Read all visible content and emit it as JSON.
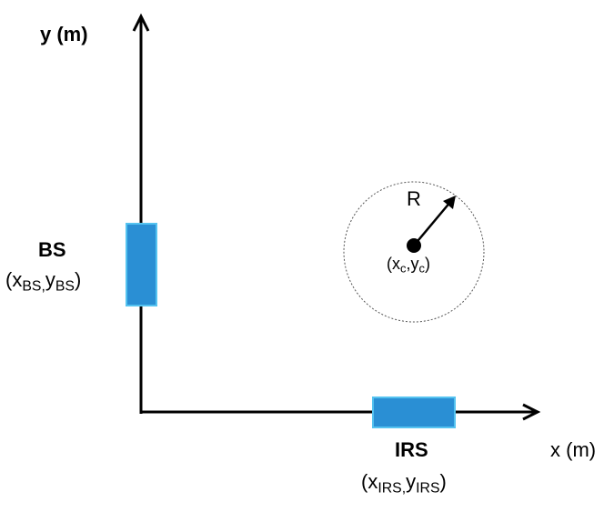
{
  "axes": {
    "y_label": "y (m)",
    "x_label": "x (m)"
  },
  "bs": {
    "name": "BS",
    "coord_open": "(x",
    "coord_sub_x": "BS,",
    "coord_mid": "y",
    "coord_sub_y": "BS",
    "coord_close": ")"
  },
  "irs": {
    "name": "IRS",
    "coord_open": "(x",
    "coord_sub_x": "IRS,",
    "coord_mid": "y",
    "coord_sub_y": "IRS",
    "coord_close": ")"
  },
  "circle": {
    "radius_label": "R",
    "center_open": "(x",
    "center_sub_x": "c",
    "center_mid": ",y",
    "center_sub_y": "c",
    "center_close": ")"
  },
  "colors": {
    "element_fill": "#2a8fd4",
    "element_stroke": "#55c3f0",
    "axis": "#000000",
    "circle_stroke": "#555555"
  }
}
